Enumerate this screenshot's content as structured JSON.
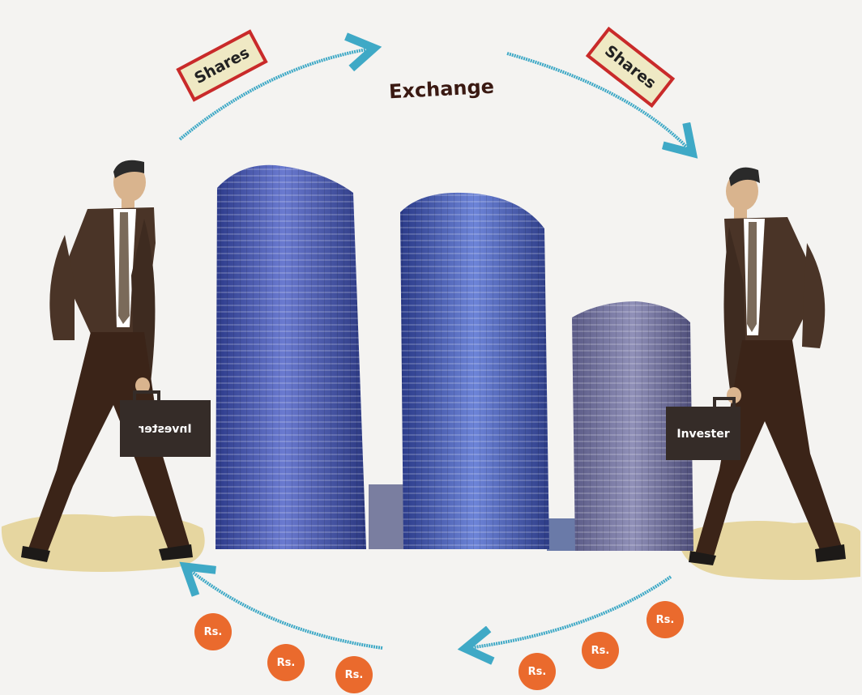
{
  "title": "Exchange",
  "shares_tags": [
    {
      "label": "Shares"
    },
    {
      "label": "Shares"
    }
  ],
  "investors": [
    {
      "label": "Invester",
      "mirrored": true
    },
    {
      "label": "Invester",
      "mirrored": false
    }
  ],
  "coins": [
    {
      "label": "Rs."
    },
    {
      "label": "Rs."
    },
    {
      "label": "Rs."
    },
    {
      "label": "Rs."
    },
    {
      "label": "Rs."
    },
    {
      "label": "Rs."
    }
  ],
  "colors": {
    "arrow": "#3fa9c6",
    "tag_border": "#c92a2a",
    "tag_fill": "#efe9c4",
    "coin": "#ea6a2d",
    "suit": "#4a3427",
    "skin": "#d9b48e",
    "hair": "#2a2a2a",
    "building": "#4a58a8",
    "ground_patch": "#e6d6a0"
  }
}
